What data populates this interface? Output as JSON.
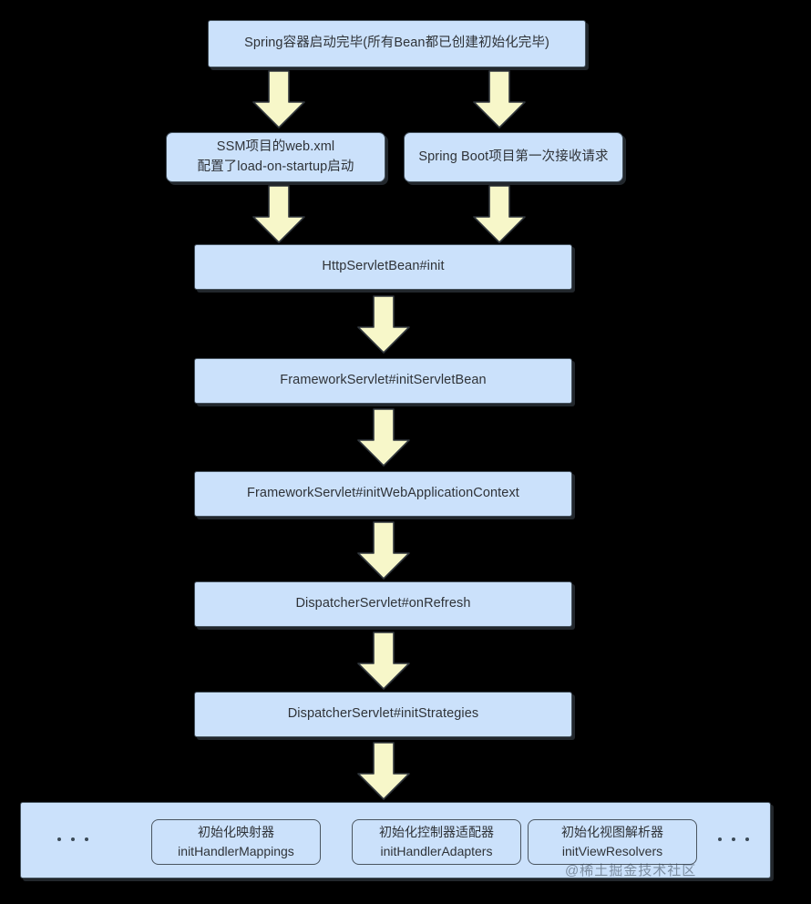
{
  "diagram": {
    "title_node": {
      "label": "Spring容器启动完毕(所有Bean都已创建初始化完毕)"
    },
    "branch_left": {
      "line1": "SSM项目的web.xml",
      "line2": "配置了load-on-startup启动"
    },
    "branch_right": {
      "label": "Spring Boot项目第一次接收请求"
    },
    "chain": [
      {
        "label": "HttpServletBean#init"
      },
      {
        "label": "FrameworkServlet#initServletBean"
      },
      {
        "label": "FrameworkServlet#initWebApplicationContext"
      },
      {
        "label": "DispatcherServlet#onRefresh"
      },
      {
        "label": "DispatcherServlet#initStrategies"
      }
    ],
    "strategies": [
      {
        "line1": "初始化映射器",
        "line2": "initHandlerMappings"
      },
      {
        "line1": "初始化控制器适配器",
        "line2": "initHandlerAdapters"
      },
      {
        "line1": "初始化视图解析器",
        "line2": "initViewResolvers"
      }
    ],
    "ellipsis": "...",
    "watermark": "@稀土掘金技术社区",
    "colors": {
      "background": "#000000",
      "node_fill": "#cbe1fb",
      "node_border": "#44515c",
      "arrow_fill": "#f7f7c9",
      "arrow_border": "#30363c",
      "text": "#2f3338"
    }
  }
}
